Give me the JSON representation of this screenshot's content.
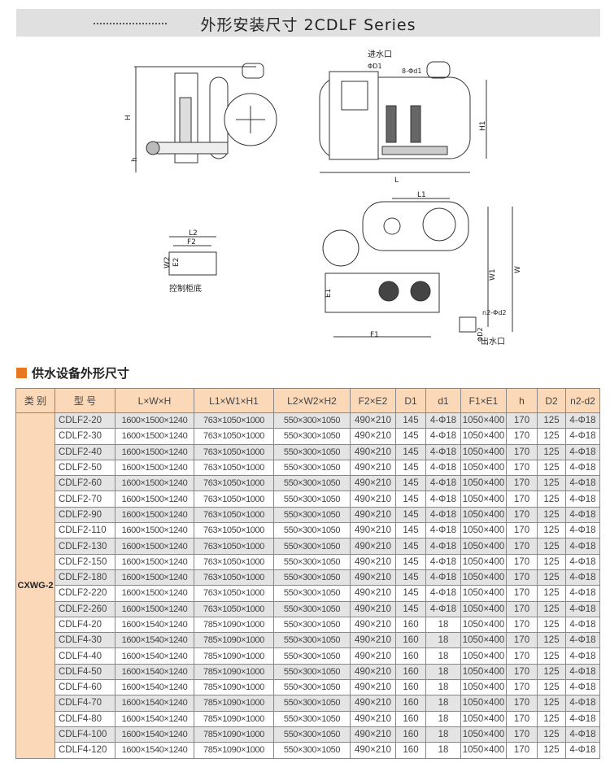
{
  "title": "外形安装尺寸   2CDLF Series",
  "drawings": {
    "inlet_label": "进水口",
    "outlet_label": "出水口",
    "cabinet_base_label": "控制柜底",
    "dims": {
      "H": "H",
      "h": "h",
      "H1": "H1",
      "L": "L",
      "L1": "L1",
      "L2": "L2",
      "F1": "F1",
      "F2": "F2",
      "E1": "E1",
      "E2": "E2",
      "W": "W",
      "W1": "W1",
      "W2": "W2",
      "D1": "ΦD1",
      "d1": "8-Φd1",
      "d2": "n2-Φd2",
      "D2": "ΦD2"
    }
  },
  "section_title": "供水设备外形尺寸",
  "table": {
    "headers": [
      "类 别",
      "型 号",
      "L×W×H",
      "L1×W1×H1",
      "L2×W2×H2",
      "F2×E2",
      "D1",
      "d1",
      "F1×E1",
      "h",
      "D2",
      "n2-d2"
    ],
    "category": "CXWG-2",
    "rows": [
      [
        "CDLF2-20",
        "1600×1500×1240",
        "763×1050×1000",
        "550×300×1050",
        "490×210",
        "145",
        "4-Φ18",
        "1050×400",
        "170",
        "125",
        "4-Φ18"
      ],
      [
        "CDLF2-30",
        "1600×1500×1240",
        "763×1050×1000",
        "550×300×1050",
        "490×210",
        "145",
        "4-Φ18",
        "1050×400",
        "170",
        "125",
        "4-Φ18"
      ],
      [
        "CDLF2-40",
        "1600×1500×1240",
        "763×1050×1000",
        "550×300×1050",
        "490×210",
        "145",
        "4-Φ18",
        "1050×400",
        "170",
        "125",
        "4-Φ18"
      ],
      [
        "CDLF2-50",
        "1600×1500×1240",
        "763×1050×1000",
        "550×300×1050",
        "490×210",
        "145",
        "4-Φ18",
        "1050×400",
        "170",
        "125",
        "4-Φ18"
      ],
      [
        "CDLF2-60",
        "1600×1500×1240",
        "763×1050×1000",
        "550×300×1050",
        "490×210",
        "145",
        "4-Φ18",
        "1050×400",
        "170",
        "125",
        "4-Φ18"
      ],
      [
        "CDLF2-70",
        "1600×1500×1240",
        "763×1050×1000",
        "550×300×1050",
        "490×210",
        "145",
        "4-Φ18",
        "1050×400",
        "170",
        "125",
        "4-Φ18"
      ],
      [
        "CDLF2-90",
        "1600×1500×1240",
        "763×1050×1000",
        "550×300×1050",
        "490×210",
        "145",
        "4-Φ18",
        "1050×400",
        "170",
        "125",
        "4-Φ18"
      ],
      [
        "CDLF2-110",
        "1600×1500×1240",
        "763×1050×1000",
        "550×300×1050",
        "490×210",
        "145",
        "4-Φ18",
        "1050×400",
        "170",
        "125",
        "4-Φ18"
      ],
      [
        "CDLF2-130",
        "1600×1500×1240",
        "763×1050×1000",
        "550×300×1050",
        "490×210",
        "145",
        "4-Φ18",
        "1050×400",
        "170",
        "125",
        "4-Φ18"
      ],
      [
        "CDLF2-150",
        "1600×1500×1240",
        "763×1050×1000",
        "550×300×1050",
        "490×210",
        "145",
        "4-Φ18",
        "1050×400",
        "170",
        "125",
        "4-Φ18"
      ],
      [
        "CDLF2-180",
        "1600×1500×1240",
        "763×1050×1000",
        "550×300×1050",
        "490×210",
        "145",
        "4-Φ18",
        "1050×400",
        "170",
        "125",
        "4-Φ18"
      ],
      [
        "CDLF2-220",
        "1600×1500×1240",
        "763×1050×1000",
        "550×300×1050",
        "490×210",
        "145",
        "4-Φ18",
        "1050×400",
        "170",
        "125",
        "4-Φ18"
      ],
      [
        "CDLF2-260",
        "1600×1500×1240",
        "763×1050×1000",
        "550×300×1050",
        "490×210",
        "145",
        "4-Φ18",
        "1050×400",
        "170",
        "125",
        "4-Φ18"
      ],
      [
        "CDLF4-20",
        "1600×1540×1240",
        "785×1090×1000",
        "550×300×1050",
        "490×210",
        "160",
        "18",
        "1050×400",
        "170",
        "125",
        "4-Φ18"
      ],
      [
        "CDLF4-30",
        "1600×1540×1240",
        "785×1090×1000",
        "550×300×1050",
        "490×210",
        "160",
        "18",
        "1050×400",
        "170",
        "125",
        "4-Φ18"
      ],
      [
        "CDLF4-40",
        "1600×1540×1240",
        "785×1090×1000",
        "550×300×1050",
        "490×210",
        "160",
        "18",
        "1050×400",
        "170",
        "125",
        "4-Φ18"
      ],
      [
        "CDLF4-50",
        "1600×1540×1240",
        "785×1090×1000",
        "550×300×1050",
        "490×210",
        "160",
        "18",
        "1050×400",
        "170",
        "125",
        "4-Φ18"
      ],
      [
        "CDLF4-60",
        "1600×1540×1240",
        "785×1090×1000",
        "550×300×1050",
        "490×210",
        "160",
        "18",
        "1050×400",
        "170",
        "125",
        "4-Φ18"
      ],
      [
        "CDLF4-70",
        "1600×1540×1240",
        "785×1090×1000",
        "550×300×1050",
        "490×210",
        "160",
        "18",
        "1050×400",
        "170",
        "125",
        "4-Φ18"
      ],
      [
        "CDLF4-80",
        "1600×1540×1240",
        "785×1090×1000",
        "550×300×1050",
        "490×210",
        "160",
        "18",
        "1050×400",
        "170",
        "125",
        "4-Φ18"
      ],
      [
        "CDLF4-100",
        "1600×1540×1240",
        "785×1090×1000",
        "550×300×1050",
        "490×210",
        "160",
        "18",
        "1050×400",
        "170",
        "125",
        "4-Φ18"
      ],
      [
        "CDLF4-120",
        "1600×1540×1240",
        "785×1090×1000",
        "550×300×1050",
        "490×210",
        "160",
        "18",
        "1050×400",
        "170",
        "125",
        "4-Φ18"
      ]
    ]
  }
}
